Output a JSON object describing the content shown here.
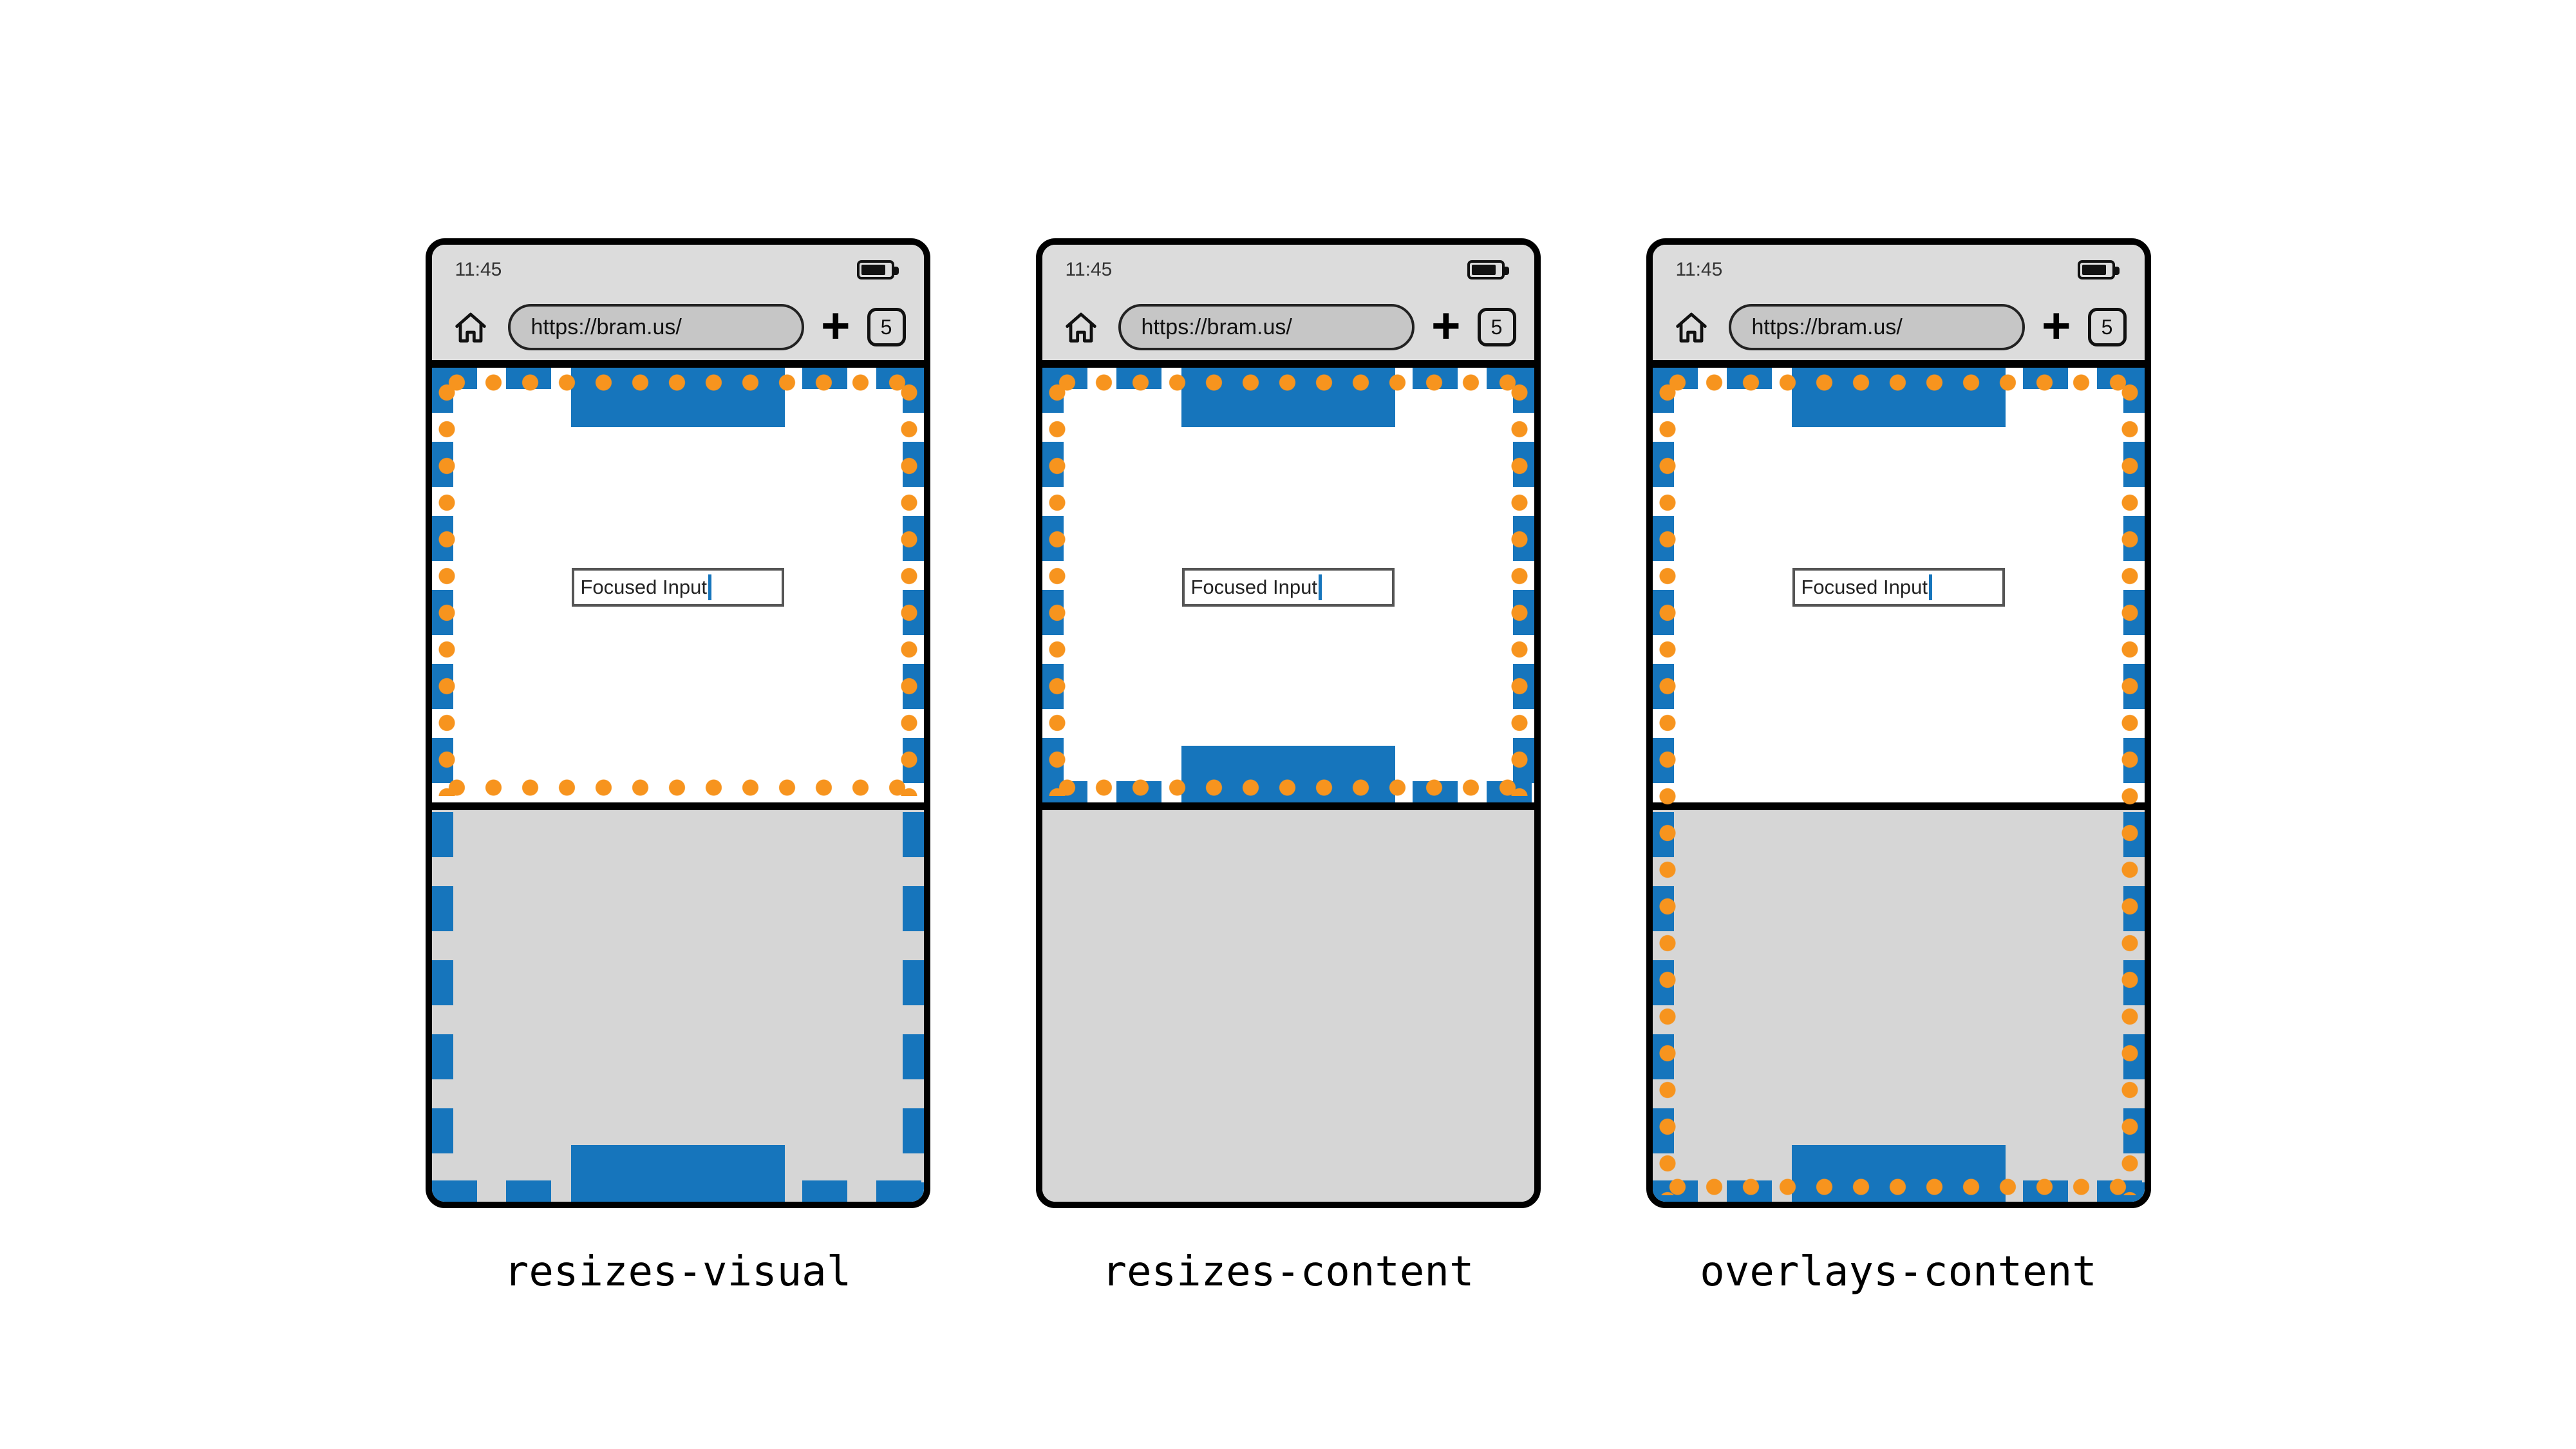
{
  "colors": {
    "blue": "#1675BC",
    "orange": "#F7941E",
    "caret_blue": "#1675BC",
    "chrome_gray": "#DCDCDC",
    "pill_gray": "#C6C6C6",
    "keyboard_gray": "#D6D6D6"
  },
  "phones": [
    {
      "label": "resizes-visual",
      "status_bar": {
        "time": "11:45"
      },
      "toolbar": {
        "url": "https://bram.us/",
        "new_tab_symbol": "+",
        "tab_count": "5"
      },
      "page": {
        "input_value": "Focused Input"
      }
    },
    {
      "label": "resizes-content",
      "status_bar": {
        "time": "11:45"
      },
      "toolbar": {
        "url": "https://bram.us/",
        "new_tab_symbol": "+",
        "tab_count": "5"
      },
      "page": {
        "input_value": "Focused Input"
      }
    },
    {
      "label": "overlays-content",
      "status_bar": {
        "time": "11:45"
      },
      "toolbar": {
        "url": "https://bram.us/",
        "new_tab_symbol": "+",
        "tab_count": "5"
      },
      "page": {
        "input_value": "Focused Input"
      }
    }
  ]
}
